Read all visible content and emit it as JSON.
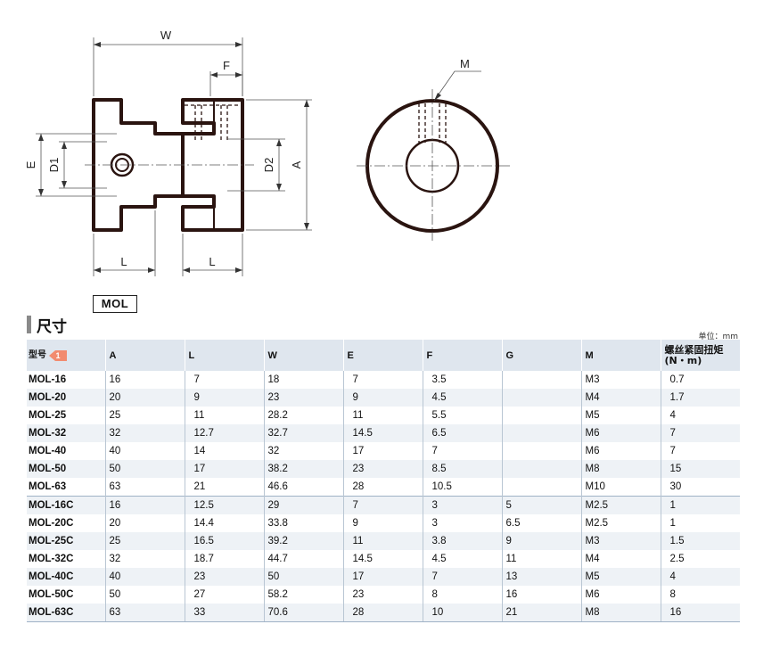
{
  "drawing": {
    "labels": {
      "W": "W",
      "F": "F",
      "M": "M",
      "E": "E",
      "D1": "D1",
      "D2": "D2",
      "A": "A",
      "L_left": "L",
      "L_right": "L"
    }
  },
  "model_tag": "MOL",
  "section": {
    "title": "尺寸",
    "unit": "单位：mm"
  },
  "table": {
    "headers": [
      "型号",
      "A",
      "L",
      "W",
      "E",
      "F",
      "G",
      "M",
      "螺丝紧固扭矩\n(N・m)"
    ],
    "header_badge": "1",
    "rows": [
      [
        "MOL-16",
        "16",
        "7",
        "18",
        "7",
        "3.5",
        "",
        "M3",
        "0.7"
      ],
      [
        "MOL-20",
        "20",
        "9",
        "23",
        "9",
        "4.5",
        "",
        "M4",
        "1.7"
      ],
      [
        "MOL-25",
        "25",
        "11",
        "28.2",
        "11",
        "5.5",
        "",
        "M5",
        "4"
      ],
      [
        "MOL-32",
        "32",
        "12.7",
        "32.7",
        "14.5",
        "6.5",
        "",
        "M6",
        "7"
      ],
      [
        "MOL-40",
        "40",
        "14",
        "32",
        "17",
        "7",
        "",
        "M6",
        "7"
      ],
      [
        "MOL-50",
        "50",
        "17",
        "38.2",
        "23",
        "8.5",
        "",
        "M8",
        "15"
      ],
      [
        "MOL-63",
        "63",
        "21",
        "46.6",
        "28",
        "10.5",
        "",
        "M10",
        "30"
      ],
      [
        "MOL-16C",
        "16",
        "12.5",
        "29",
        "7",
        "3",
        "5",
        "M2.5",
        "1"
      ],
      [
        "MOL-20C",
        "20",
        "14.4",
        "33.8",
        "9",
        "3",
        "6.5",
        "M2.5",
        "1"
      ],
      [
        "MOL-25C",
        "25",
        "16.5",
        "39.2",
        "11",
        "3.8",
        "9",
        "M3",
        "1.5"
      ],
      [
        "MOL-32C",
        "32",
        "18.7",
        "44.7",
        "14.5",
        "4.5",
        "11",
        "M4",
        "2.5"
      ],
      [
        "MOL-40C",
        "40",
        "23",
        "50",
        "17",
        "7",
        "13",
        "M5",
        "4"
      ],
      [
        "MOL-50C",
        "50",
        "27",
        "58.2",
        "23",
        "8",
        "16",
        "M6",
        "8"
      ],
      [
        "MOL-63C",
        "63",
        "33",
        "70.6",
        "28",
        "10",
        "21",
        "M8",
        "16"
      ]
    ]
  }
}
